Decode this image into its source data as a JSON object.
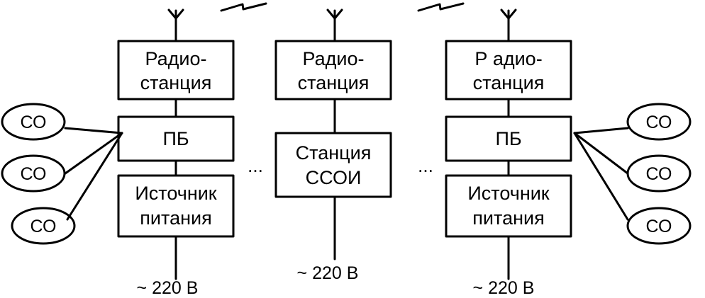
{
  "diagram": {
    "left": {
      "radio": [
        "Радио-",
        "станция"
      ],
      "pb": "ПБ",
      "power": [
        "Источник",
        "питания"
      ],
      "voltage": "~ 220 В",
      "co": [
        "СО",
        "СО",
        "СО"
      ]
    },
    "center": {
      "radio": [
        "Радио-",
        "станция"
      ],
      "station": [
        "Станция",
        "ССОИ"
      ],
      "voltage": "~ 220 В"
    },
    "right": {
      "radio": [
        "Р адио-",
        "станция"
      ],
      "pb": "ПБ",
      "power": [
        "Источник",
        "питания"
      ],
      "voltage": "~ 220 В",
      "co": [
        "СО",
        "СО",
        "СО"
      ]
    },
    "ellipsis_left": "...",
    "ellipsis_right": "..."
  }
}
